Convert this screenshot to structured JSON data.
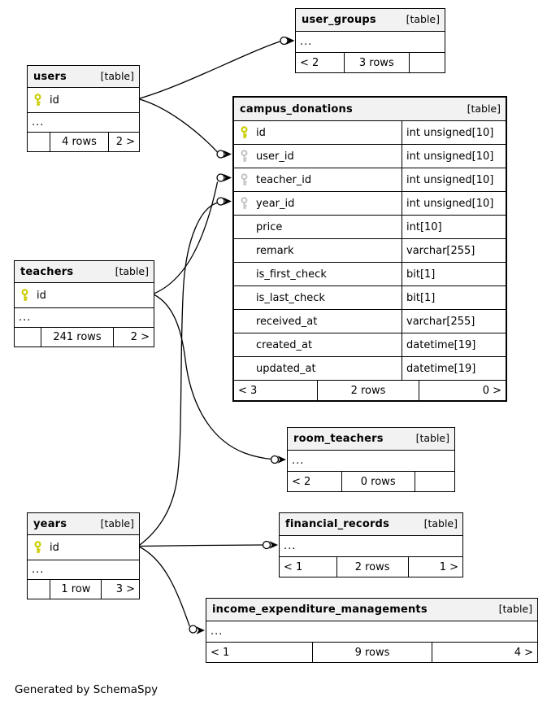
{
  "diagram": {
    "generator_note": "Generated by SchemaSpy",
    "colors": {
      "primary_key": "#cccc00",
      "foreign_key": "#c6c6c6",
      "table_header_bg": "#f2f2f2",
      "border": "#000000"
    },
    "tables": [
      {
        "id": "user_groups",
        "name": "user_groups",
        "badge": "[table]",
        "columns": [],
        "ellipsis": "...",
        "footer": {
          "left": "< 2",
          "center": "3 rows",
          "right": ""
        }
      },
      {
        "id": "users",
        "name": "users",
        "badge": "[table]",
        "columns": [
          {
            "name": "id",
            "key": "primary",
            "type": ""
          }
        ],
        "ellipsis": "...",
        "footer": {
          "left": "",
          "center": "4 rows",
          "right": "2 >"
        }
      },
      {
        "id": "campus_donations",
        "name": "campus_donations",
        "badge": "[table]",
        "emphasized": true,
        "columns": [
          {
            "name": "id",
            "key": "primary",
            "type": "int unsigned[10]"
          },
          {
            "name": "user_id",
            "key": "foreign",
            "type": "int unsigned[10]"
          },
          {
            "name": "teacher_id",
            "key": "foreign",
            "type": "int unsigned[10]"
          },
          {
            "name": "year_id",
            "key": "foreign",
            "type": "int unsigned[10]"
          },
          {
            "name": "price",
            "key": null,
            "type": "int[10]"
          },
          {
            "name": "remark",
            "key": null,
            "type": "varchar[255]"
          },
          {
            "name": "is_first_check",
            "key": null,
            "type": "bit[1]"
          },
          {
            "name": "is_last_check",
            "key": null,
            "type": "bit[1]"
          },
          {
            "name": "received_at",
            "key": null,
            "type": "varchar[255]"
          },
          {
            "name": "created_at",
            "key": null,
            "type": "datetime[19]"
          },
          {
            "name": "updated_at",
            "key": null,
            "type": "datetime[19]"
          }
        ],
        "footer": {
          "left": "< 3",
          "center": "2 rows",
          "right": "0 >"
        }
      },
      {
        "id": "teachers",
        "name": "teachers",
        "badge": "[table]",
        "columns": [
          {
            "name": "id",
            "key": "primary",
            "type": ""
          }
        ],
        "ellipsis": "...",
        "footer": {
          "left": "",
          "center": "241 rows",
          "right": "2 >"
        }
      },
      {
        "id": "room_teachers",
        "name": "room_teachers",
        "badge": "[table]",
        "columns": [],
        "ellipsis": "...",
        "footer": {
          "left": "< 2",
          "center": "0 rows",
          "right": ""
        }
      },
      {
        "id": "years",
        "name": "years",
        "badge": "[table]",
        "columns": [
          {
            "name": "id",
            "key": "primary",
            "type": ""
          }
        ],
        "ellipsis": "...",
        "footer": {
          "left": "",
          "center": "1 row",
          "right": "3 >"
        }
      },
      {
        "id": "financial_records",
        "name": "financial_records",
        "badge": "[table]",
        "columns": [],
        "ellipsis": "...",
        "footer": {
          "left": "< 1",
          "center": "2 rows",
          "right": "1 >"
        }
      },
      {
        "id": "income_expenditure_managements",
        "name": "income_expenditure_managements",
        "badge": "[table]",
        "columns": [],
        "ellipsis": "...",
        "footer": {
          "left": "< 1",
          "center": "9 rows",
          "right": "4 >"
        }
      }
    ],
    "relationships": [
      {
        "from": "users.id",
        "to": "user_groups"
      },
      {
        "from": "users.id",
        "to": "campus_donations.user_id"
      },
      {
        "from": "teachers.id",
        "to": "campus_donations.teacher_id"
      },
      {
        "from": "years.id",
        "to": "campus_donations.year_id"
      },
      {
        "from": "teachers.id",
        "to": "room_teachers"
      },
      {
        "from": "years.id",
        "to": "financial_records"
      },
      {
        "from": "years.id",
        "to": "income_expenditure_managements"
      }
    ]
  }
}
